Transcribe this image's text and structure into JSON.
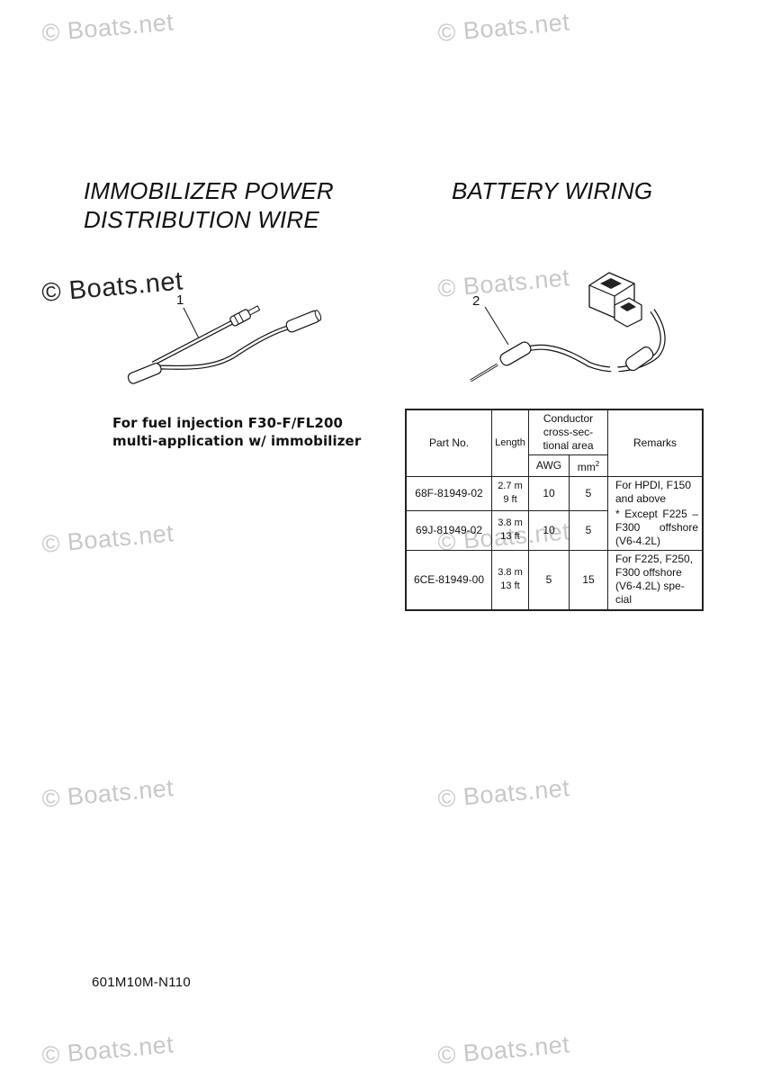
{
  "watermark": {
    "prefix": "©",
    "text": "Boats.net"
  },
  "left_section": {
    "title_line1": "IMMOBILIZER POWER",
    "title_line2": "DISTRIBUTION WIRE",
    "callout": "1",
    "caption_line1": "For fuel injection F30-F/FL200",
    "caption_line2": "multi-application w/ immobilizer"
  },
  "right_section": {
    "title": "BATTERY WIRING",
    "callout": "2"
  },
  "table": {
    "headers": {
      "part_no": "Part No.",
      "length": "Length",
      "conductor": "Conductor cross-sec- tional area",
      "awg": "AWG",
      "mm": "mm",
      "mm_sup": "2",
      "remarks": "Remarks"
    },
    "rows": [
      {
        "part_no": "68F-81949-02",
        "length_m": "2.7 m",
        "length_ft": "9 ft",
        "awg": "10",
        "mm2": "5"
      },
      {
        "part_no": "69J-81949-02",
        "length_m": "3.8 m",
        "length_ft": "13 ft",
        "awg": "10",
        "mm2": "5"
      },
      {
        "part_no": "6CE-81949-00",
        "length_m": "3.8 m",
        "length_ft": "13 ft",
        "awg": "5",
        "mm2": "15"
      }
    ],
    "remark_1a": "For HPDI, F150 and above",
    "remark_1b": "* Except F225 – F300 offshore (V6-4.2L)",
    "remark_2": "For F225, F250, F300 offshore (V6-4.2L) spe- cial"
  },
  "doc_code": "601M10M-N110"
}
